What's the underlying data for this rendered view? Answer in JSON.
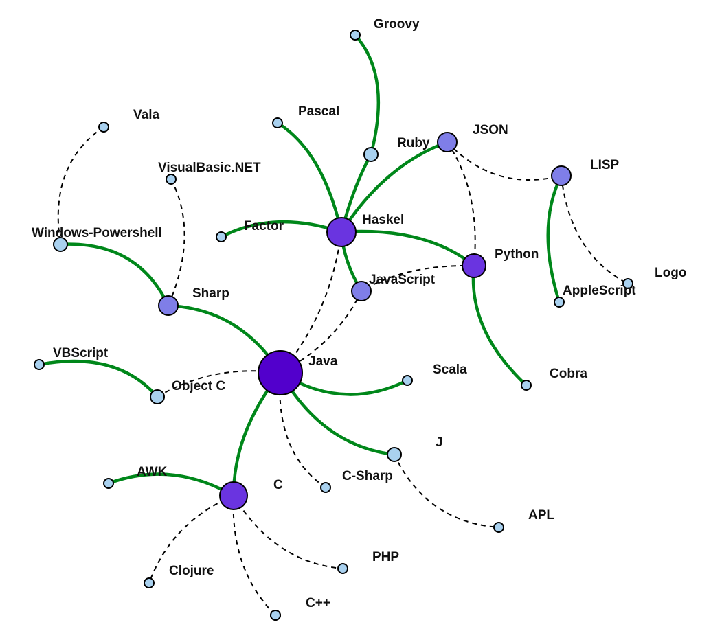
{
  "colors": {
    "solid_edge": "#00871a",
    "dashed_edge": "#000000",
    "node_light": "#a9d1ef",
    "node_mid": "#7f7ee8",
    "node_dark": "#6a34e0",
    "node_hub": "#5200cc"
  },
  "nodes": [
    {
      "id": "java",
      "label": "Java",
      "tier": "hub"
    },
    {
      "id": "haskel",
      "label": "Haskel",
      "tier": "dark"
    },
    {
      "id": "python",
      "label": "Python",
      "tier": "dark"
    },
    {
      "id": "awk_hub",
      "label": "",
      "tier": "dark"
    },
    {
      "id": "ruby",
      "label": "Ruby",
      "tier": "mid"
    },
    {
      "id": "lisp",
      "label": "LISP",
      "tier": "mid"
    },
    {
      "id": "sharp",
      "label": "Sharp",
      "tier": "mid"
    },
    {
      "id": "javascript",
      "label": "JavaScript",
      "tier": "mid"
    },
    {
      "id": "groovy",
      "label": "Groovy",
      "tier": "light"
    },
    {
      "id": "groovy_mid",
      "label": "",
      "tier": "light"
    },
    {
      "id": "pascal",
      "label": "Pascal",
      "tier": "light"
    },
    {
      "id": "json",
      "label": "JSON",
      "tier": "light"
    },
    {
      "id": "vala",
      "label": "Vala",
      "tier": "light"
    },
    {
      "id": "visualbasic",
      "label": "VisualBasic.NET",
      "tier": "light"
    },
    {
      "id": "factor",
      "label": "Factor",
      "tier": "light"
    },
    {
      "id": "powershell",
      "label": "Windows-Powershell",
      "tier": "light"
    },
    {
      "id": "logo",
      "label": "Logo",
      "tier": "light"
    },
    {
      "id": "applescript",
      "label": "AppleScript",
      "tier": "light"
    },
    {
      "id": "vbscript",
      "label": "VBScript",
      "tier": "light"
    },
    {
      "id": "objectc",
      "label": "Object C",
      "tier": "light"
    },
    {
      "id": "scala",
      "label": "Scala",
      "tier": "light"
    },
    {
      "id": "cobra",
      "label": "Cobra",
      "tier": "light"
    },
    {
      "id": "j",
      "label": "J",
      "tier": "light"
    },
    {
      "id": "csharp",
      "label": "C-Sharp",
      "tier": "light"
    },
    {
      "id": "c",
      "label": "C",
      "tier": "light"
    },
    {
      "id": "awk",
      "label": "AWK",
      "tier": "light"
    },
    {
      "id": "apl",
      "label": "APL",
      "tier": "light"
    },
    {
      "id": "php",
      "label": "PHP",
      "tier": "light"
    },
    {
      "id": "clojure",
      "label": "Clojure",
      "tier": "light"
    },
    {
      "id": "cpp",
      "label": "C++",
      "tier": "light"
    },
    {
      "id": "bottom",
      "label": "",
      "tier": "light"
    }
  ],
  "edges": [
    {
      "from": "groovy",
      "to": "groovy_mid",
      "style": "solid"
    },
    {
      "from": "groovy_mid",
      "to": "haskel",
      "style": "solid"
    },
    {
      "from": "pascal",
      "to": "haskel",
      "style": "solid"
    },
    {
      "from": "ruby",
      "to": "haskel",
      "style": "solid"
    },
    {
      "from": "factor",
      "to": "haskel",
      "style": "solid"
    },
    {
      "from": "haskel",
      "to": "python",
      "style": "solid"
    },
    {
      "from": "haskel",
      "to": "javascript",
      "style": "solid"
    },
    {
      "from": "haskel",
      "to": "java",
      "style": "dashed"
    },
    {
      "from": "ruby",
      "to": "lisp",
      "style": "dashed"
    },
    {
      "from": "ruby",
      "to": "python",
      "style": "dashed"
    },
    {
      "from": "lisp",
      "to": "applescript",
      "style": "solid"
    },
    {
      "from": "lisp",
      "to": "logo",
      "style": "dashed"
    },
    {
      "from": "python",
      "to": "cobra",
      "style": "solid"
    },
    {
      "from": "python",
      "to": "javascript",
      "style": "dashed"
    },
    {
      "from": "javascript",
      "to": "java",
      "style": "dashed"
    },
    {
      "from": "vala",
      "to": "powershell",
      "style": "dashed"
    },
    {
      "from": "powershell",
      "to": "sharp",
      "style": "solid"
    },
    {
      "from": "visualbasic",
      "to": "sharp",
      "style": "dashed"
    },
    {
      "from": "sharp",
      "to": "java",
      "style": "solid"
    },
    {
      "from": "vbscript",
      "to": "objectc",
      "style": "solid"
    },
    {
      "from": "objectc",
      "to": "java",
      "style": "dashed"
    },
    {
      "from": "java",
      "to": "scala",
      "style": "solid"
    },
    {
      "from": "java",
      "to": "csharp",
      "style": "solid"
    },
    {
      "from": "java",
      "to": "c",
      "style": "dashed"
    },
    {
      "from": "java",
      "to": "awk_hub",
      "style": "solid"
    },
    {
      "from": "csharp",
      "to": "apl",
      "style": "dashed"
    },
    {
      "from": "awk",
      "to": "awk_hub",
      "style": "solid"
    },
    {
      "from": "awk_hub",
      "to": "clojure",
      "style": "dashed"
    },
    {
      "from": "awk_hub",
      "to": "bottom",
      "style": "dashed"
    },
    {
      "from": "awk_hub",
      "to": "php",
      "style": "dashed"
    }
  ]
}
